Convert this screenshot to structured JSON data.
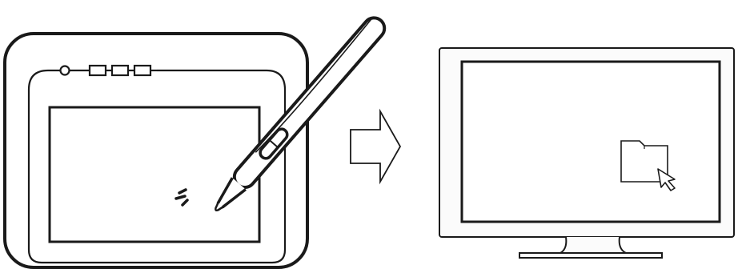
{
  "diagram": {
    "tablet": {
      "status_led_count": 1,
      "express_key_count": 3
    },
    "pen": {
      "side_switch": true
    },
    "flow_arrow": {
      "direction": "right"
    },
    "monitor": {
      "screen_icon": "folder-icon",
      "pointer_icon": "cursor-arrow-icon"
    }
  },
  "colors": {
    "background": "#ffffff",
    "stroke": "#1a1a1a",
    "tablet_fill": "#ffffff",
    "monitor_frame_fill": "#fbfbfb",
    "monitor_screen_fill": "#ffffff",
    "folder_fill": "#ffffff"
  }
}
